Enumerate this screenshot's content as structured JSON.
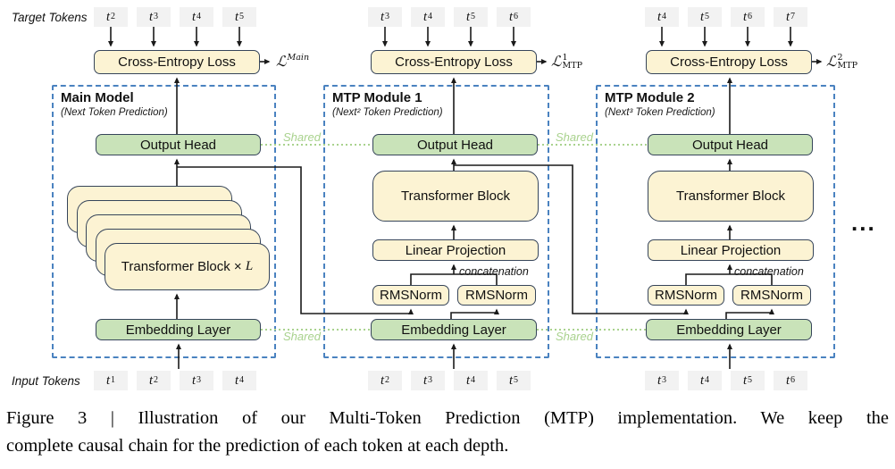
{
  "figure": {
    "token_base": "t",
    "row_labels": {
      "target": "Target Tokens",
      "input": "Input Tokens"
    },
    "shared": "Shared",
    "concatenation": "concatenation",
    "ellipsis": "...",
    "modules": [
      {
        "title": "Main Model",
        "subtitle": "(Next Token Prediction)",
        "ce_label": "Cross-Entropy Loss",
        "loss": {
          "sym": "ℒ",
          "sup": "",
          "sub": "Main"
        },
        "output_head": "Output Head",
        "stack_label": "Transformer Block ×",
        "stack_var": "L",
        "embedding": "Embedding Layer",
        "target_tokens": [
          "2",
          "3",
          "4",
          "5"
        ],
        "input_tokens": [
          "1",
          "2",
          "3",
          "4"
        ]
      },
      {
        "title": "MTP Module 1",
        "subtitle": "(Next² Token Prediction)",
        "ce_label": "Cross-Entropy Loss",
        "loss": {
          "sym": "ℒ",
          "sup": "1",
          "sub": "MTP"
        },
        "output_head": "Output Head",
        "transformer": "Transformer Block",
        "linear": "Linear Projection",
        "rmsnorm": "RMSNorm",
        "embedding": "Embedding Layer",
        "target_tokens": [
          "3",
          "4",
          "5",
          "6"
        ],
        "input_tokens": [
          "2",
          "3",
          "4",
          "5"
        ]
      },
      {
        "title": "MTP Module 2",
        "subtitle": "(Next³ Token Prediction)",
        "ce_label": "Cross-Entropy Loss",
        "loss": {
          "sym": "ℒ",
          "sup": "2",
          "sub": "MTP"
        },
        "output_head": "Output Head",
        "transformer": "Transformer Block",
        "linear": "Linear Projection",
        "rmsnorm": "RMSNorm",
        "embedding": "Embedding Layer",
        "target_tokens": [
          "4",
          "5",
          "6",
          "7"
        ],
        "input_tokens": [
          "3",
          "4",
          "5",
          "6"
        ]
      }
    ],
    "colors": {
      "box_cream": "#fcf3d3",
      "box_green": "#c9e3b9",
      "border_dark": "#36455a",
      "dash_blue": "#4a82c0",
      "shared_green": "#a9d28e",
      "token_gray": "#f2f2f2",
      "line_black": "#1a1a1a"
    }
  },
  "caption": {
    "line1": "Figure 3 | Illustration of our Multi-Token Prediction (MTP) implementation.  We keep the",
    "line2": "complete causal chain for the prediction of each token at each depth."
  }
}
